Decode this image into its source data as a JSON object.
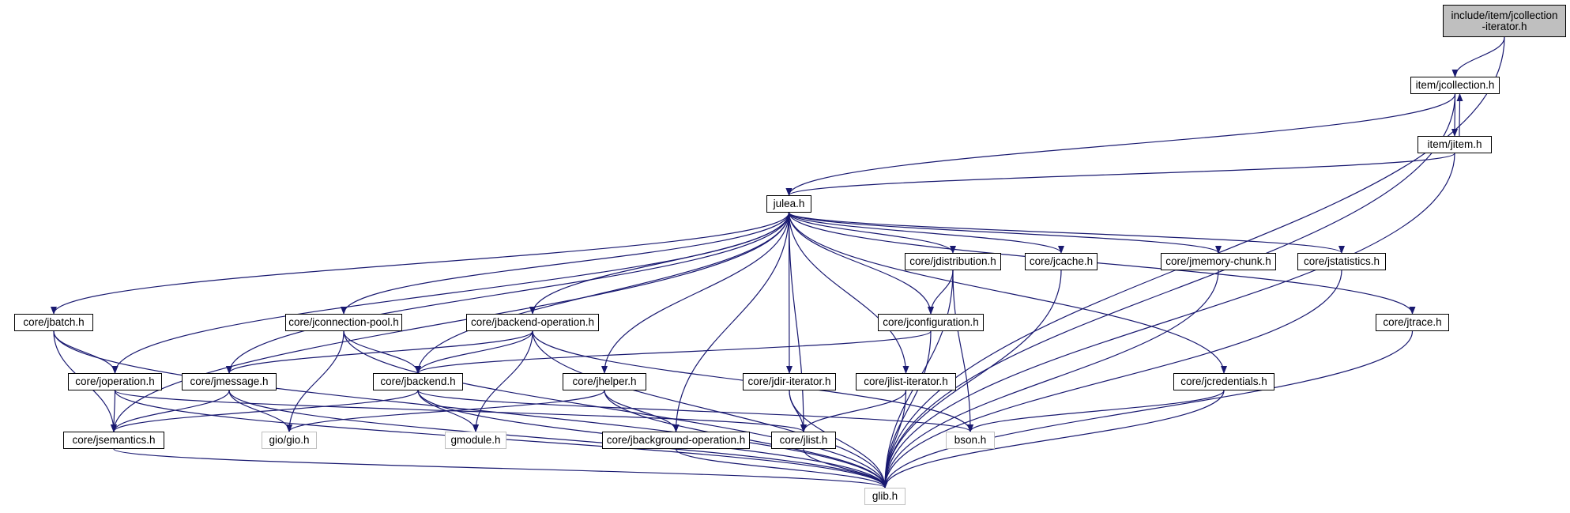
{
  "graph": {
    "edge_color": "#191970",
    "root_fill": "#bfbfbf",
    "external_border": "#bfbfbf",
    "nodes": [
      {
        "id": "root",
        "label": "include/item/jcollection\n-iterator.h",
        "kind": "root"
      },
      {
        "id": "jcollection",
        "label": "item/jcollection.h",
        "kind": "file"
      },
      {
        "id": "jitem",
        "label": "item/jitem.h",
        "kind": "file"
      },
      {
        "id": "julea",
        "label": "julea.h",
        "kind": "file"
      },
      {
        "id": "jdistribution",
        "label": "core/jdistribution.h",
        "kind": "file"
      },
      {
        "id": "jcache",
        "label": "core/jcache.h",
        "kind": "file"
      },
      {
        "id": "jmemorychunk",
        "label": "core/jmemory-chunk.h",
        "kind": "file"
      },
      {
        "id": "jstatistics",
        "label": "core/jstatistics.h",
        "kind": "file"
      },
      {
        "id": "jbatch",
        "label": "core/jbatch.h",
        "kind": "file"
      },
      {
        "id": "jconnectionpool",
        "label": "core/jconnection-pool.h",
        "kind": "file"
      },
      {
        "id": "jbackendop",
        "label": "core/jbackend-operation.h",
        "kind": "file"
      },
      {
        "id": "jconfiguration",
        "label": "core/jconfiguration.h",
        "kind": "file"
      },
      {
        "id": "jtrace",
        "label": "core/jtrace.h",
        "kind": "file"
      },
      {
        "id": "joperation",
        "label": "core/joperation.h",
        "kind": "file"
      },
      {
        "id": "jmessage",
        "label": "core/jmessage.h",
        "kind": "file"
      },
      {
        "id": "jbackend",
        "label": "core/jbackend.h",
        "kind": "file"
      },
      {
        "id": "jhelper",
        "label": "core/jhelper.h",
        "kind": "file"
      },
      {
        "id": "jdiriterator",
        "label": "core/jdir-iterator.h",
        "kind": "file"
      },
      {
        "id": "jlistiterator",
        "label": "core/jlist-iterator.h",
        "kind": "file"
      },
      {
        "id": "jcredentials",
        "label": "core/jcredentials.h",
        "kind": "file"
      },
      {
        "id": "jsemantics",
        "label": "core/jsemantics.h",
        "kind": "file"
      },
      {
        "id": "giogio",
        "label": "gio/gio.h",
        "kind": "external"
      },
      {
        "id": "gmodule",
        "label": "gmodule.h",
        "kind": "external"
      },
      {
        "id": "jbgop",
        "label": "core/jbackground-operation.h",
        "kind": "file"
      },
      {
        "id": "jlist",
        "label": "core/jlist.h",
        "kind": "file"
      },
      {
        "id": "bson",
        "label": "bson.h",
        "kind": "external"
      },
      {
        "id": "glib",
        "label": "glib.h",
        "kind": "external"
      }
    ],
    "edges": [
      [
        "root",
        "jcollection"
      ],
      [
        "root",
        "glib"
      ],
      [
        "jcollection",
        "jitem"
      ],
      [
        "jcollection",
        "julea"
      ],
      [
        "jcollection",
        "glib"
      ],
      [
        "jitem",
        "jcollection"
      ],
      [
        "jitem",
        "julea"
      ],
      [
        "jitem",
        "glib"
      ],
      [
        "julea",
        "jbatch"
      ],
      [
        "julea",
        "joperation"
      ],
      [
        "julea",
        "jsemantics"
      ],
      [
        "julea",
        "jconnectionpool"
      ],
      [
        "julea",
        "jmessage"
      ],
      [
        "julea",
        "jbackendop"
      ],
      [
        "julea",
        "jbackend"
      ],
      [
        "julea",
        "jhelper"
      ],
      [
        "julea",
        "jbgop"
      ],
      [
        "julea",
        "jlist"
      ],
      [
        "julea",
        "jdiriterator"
      ],
      [
        "julea",
        "jlistiterator"
      ],
      [
        "julea",
        "jconfiguration"
      ],
      [
        "julea",
        "jdistribution"
      ],
      [
        "julea",
        "jcache"
      ],
      [
        "julea",
        "jmemorychunk"
      ],
      [
        "julea",
        "jstatistics"
      ],
      [
        "julea",
        "jcredentials"
      ],
      [
        "julea",
        "jtrace"
      ],
      [
        "jbatch",
        "joperation"
      ],
      [
        "jbatch",
        "jsemantics"
      ],
      [
        "jbatch",
        "glib"
      ],
      [
        "joperation",
        "jsemantics"
      ],
      [
        "joperation",
        "jlist"
      ],
      [
        "joperation",
        "glib"
      ],
      [
        "jconnectionpool",
        "jbackend"
      ],
      [
        "jconnectionpool",
        "giogio"
      ],
      [
        "jconnectionpool",
        "glib"
      ],
      [
        "jbackendop",
        "jmessage"
      ],
      [
        "jbackendop",
        "jbackend"
      ],
      [
        "jbackendop",
        "gmodule"
      ],
      [
        "jbackendop",
        "bson"
      ],
      [
        "jbackendop",
        "glib"
      ],
      [
        "jmessage",
        "jsemantics"
      ],
      [
        "jmessage",
        "giogio"
      ],
      [
        "jmessage",
        "glib"
      ],
      [
        "jbackend",
        "jsemantics"
      ],
      [
        "jbackend",
        "gmodule"
      ],
      [
        "jbackend",
        "bson"
      ],
      [
        "jbackend",
        "glib"
      ],
      [
        "jhelper",
        "giogio"
      ],
      [
        "jhelper",
        "jbgop"
      ],
      [
        "jhelper",
        "glib"
      ],
      [
        "jdiriterator",
        "jlist"
      ],
      [
        "jdiriterator",
        "glib"
      ],
      [
        "jlistiterator",
        "jlist"
      ],
      [
        "jlistiterator",
        "glib"
      ],
      [
        "jconfiguration",
        "jbackend"
      ],
      [
        "jconfiguration",
        "glib"
      ],
      [
        "jdistribution",
        "jconfiguration"
      ],
      [
        "jdistribution",
        "bson"
      ],
      [
        "jdistribution",
        "glib"
      ],
      [
        "jcache",
        "glib"
      ],
      [
        "jmemorychunk",
        "glib"
      ],
      [
        "jstatistics",
        "glib"
      ],
      [
        "jcredentials",
        "bson"
      ],
      [
        "jcredentials",
        "glib"
      ],
      [
        "jtrace",
        "glib"
      ],
      [
        "jsemantics",
        "glib"
      ],
      [
        "jbgop",
        "glib"
      ],
      [
        "jlist",
        "glib"
      ]
    ]
  }
}
